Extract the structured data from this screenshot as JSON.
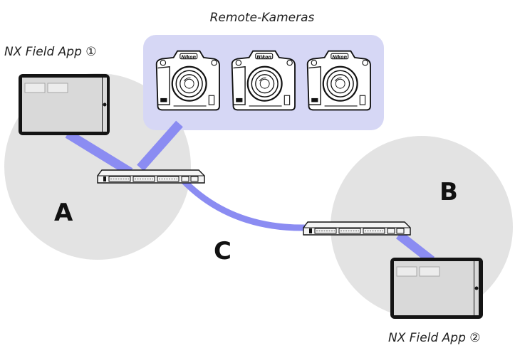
{
  "labels": {
    "remote_cameras": "Remote-Kameras",
    "app_1": "NX Field App ①",
    "app_2": "NX Field App ②",
    "zone_a": "A",
    "zone_b": "B",
    "zone_c": "C"
  },
  "cameras": [
    {
      "brand": "Nikon"
    },
    {
      "brand": "Nikon"
    },
    {
      "brand": "Nikon"
    }
  ],
  "colors": {
    "zone_fill": "#e3e3e3",
    "camera_panel": "#d6d7f5",
    "link": "#8b8cf2",
    "device_frame": "#141414",
    "device_screen": "#d9d9d9"
  }
}
